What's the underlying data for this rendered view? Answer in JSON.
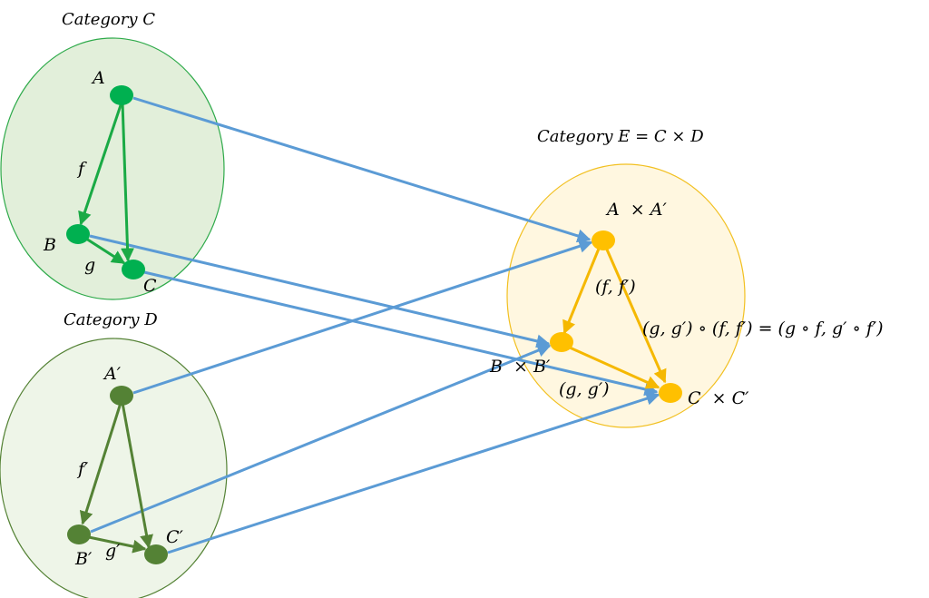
{
  "categories": {
    "c": {
      "title": "Category C",
      "fill": "#e2efda",
      "stroke": "#2eaa4a"
    },
    "d": {
      "title": "Category D",
      "fill": "#eef5e8",
      "stroke": "#548235"
    },
    "e": {
      "title": "Category E = C × D",
      "fill": "#fff7e0",
      "stroke": "#f2c021"
    }
  },
  "objects": {
    "a": "A",
    "b": "B",
    "c": "C",
    "a2": "A′",
    "b2": "B′",
    "c2": "C′",
    "axa": "A  × A′",
    "bxb": "B  × B′",
    "cxc": "C  × C′"
  },
  "morphisms": {
    "f": "f",
    "g": "g",
    "f2": "f′",
    "g2": "g′",
    "ff": "(f, f′)",
    "gg": "(g, g′)",
    "composition": "(g, g′) ∘ (f, f′) = (g ∘ f, g′ ∘ f′)"
  },
  "colors": {
    "c_node": "#00b050",
    "c_arrow": "#1aaa45",
    "d_node": "#548235",
    "d_arrow": "#548235",
    "e_node": "#ffc000",
    "e_arrow": "#f5b800",
    "functor_arrow": "#5b9bd5"
  }
}
